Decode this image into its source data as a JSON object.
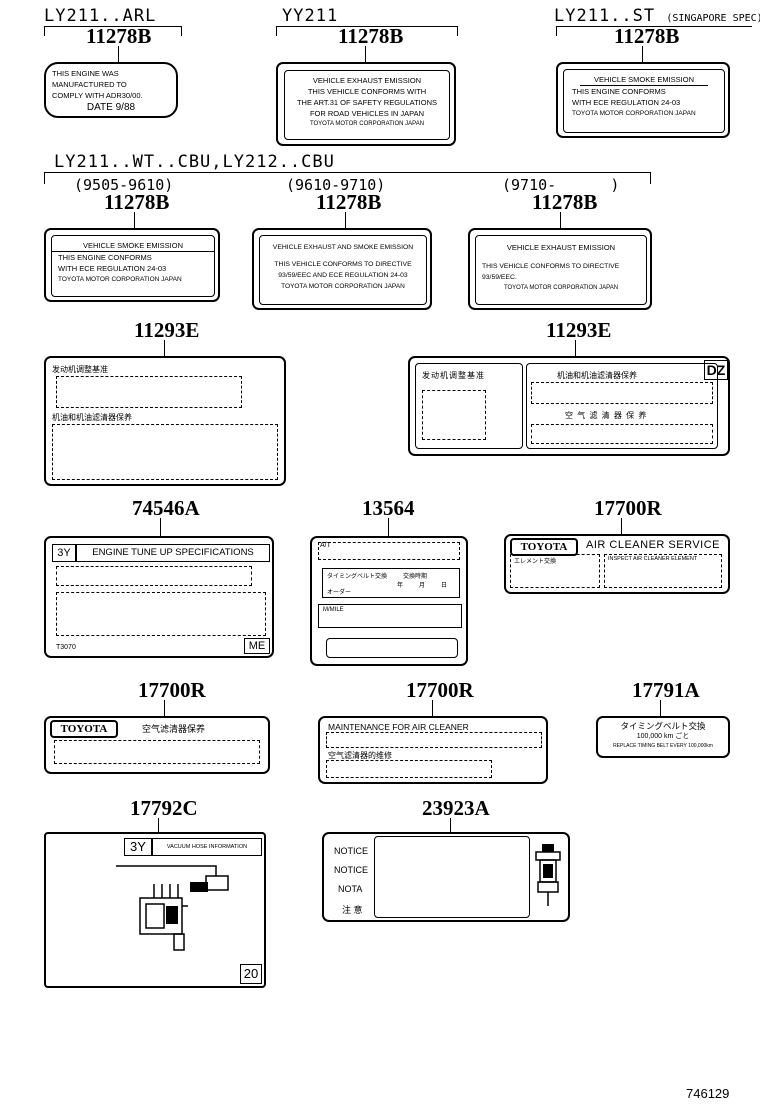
{
  "groups": {
    "g1": "LY211..ARL",
    "g2": "YY211",
    "g3": "LY211..ST",
    "g3_note": "(SINGAPORE SPEC)",
    "g4": "LY211..WT..CBU,LY212..CBU"
  },
  "ranges": {
    "r1": "(9505-9610)",
    "r2": "(9610-9710)",
    "r3": "(9710-      )"
  },
  "parts": {
    "p1": "11278B",
    "p2": "11278B",
    "p3": "11278B",
    "p4": "11278B",
    "p5": "11278B",
    "p6": "11278B",
    "p7": "11293E",
    "p8": "11293E",
    "p9": "74546A",
    "p10": "13564",
    "p11": "17700R",
    "p12": "17700R",
    "p13": "17700R",
    "p14": "17791A",
    "p15": "17792C",
    "p16": "23923A"
  },
  "labels": {
    "l1": {
      "line1": "THIS ENGINE WAS",
      "line2": "MANUFACTURED TO",
      "line3": "COMPLY WITH ADR30/00.",
      "line4": "DATE 9/88"
    },
    "l2": {
      "title": "VEHICLE EXHAUST EMISSION",
      "line1": "THIS VEHICLE CONFORMS WITH",
      "line2": "THE ART.31 OF SAFETY REGULATIONS",
      "line3": "FOR ROAD VEHICLES IN JAPAN",
      "footer": "TOYOTA MOTOR CORPORATION JAPAN"
    },
    "l3": {
      "title": "VEHICLE SMOKE EMISSION",
      "line1": "THIS ENGINE CONFORMS",
      "line2": "WITH ECE REGULATION 24-03",
      "footer": "TOYOTA MOTOR CORPORATION JAPAN"
    },
    "l4": {
      "title": "VEHICLE SMOKE EMISSION",
      "line1": "THIS ENGINE CONFORMS",
      "line2": "WITH ECE REGULATION 24-03",
      "footer": "TOYOTA MOTOR CORPORATION JAPAN"
    },
    "l5": {
      "title": "VEHICLE EXHAUST AND SMOKE EMISSION",
      "line1": "THIS VEHICLE CONFORMS TO DIRECTIVE",
      "line2": "93/59/EEC AND ECE REGULATION 24-03",
      "footer": "TOYOTA MOTOR CORPORATION JAPAN"
    },
    "l6": {
      "title": "VEHICLE EXHAUST EMISSION",
      "line1": "THIS VEHICLE CONFORMS TO DIRECTIVE",
      "line2": "93/59/EEC.",
      "footer": "TOYOTA MOTOR CORPORATION JAPAN"
    },
    "l7": {
      "head1": "发动机调整基准",
      "head2": "机油和机油滤清器保养"
    },
    "l8": {
      "left": "发动机调整基准",
      "right1": "机油和机油滤清器保养",
      "right2": "空 气 滤 清 器 保 养",
      "code": "DZ"
    },
    "l9": {
      "code": "3Y",
      "title": "ENGINE TUNE UP SPECIFICATIONS",
      "footer": "T3070",
      "corner": "ME"
    },
    "l10": {
      "tag": "A/T",
      "row1": "タイミングベルト交換",
      "row2": "交換時期",
      "row3": "年",
      "row4": "月",
      "row5": "日",
      "row6": "オーダー",
      "row7": "M/MILE"
    },
    "l11": {
      "brand": "TOYOTA",
      "title": "AIR CLEANER SERVICE",
      "sub1": "エレメント交換",
      "sub2": "INSPECT AIR CLEANER ELEMENT"
    },
    "l12": {
      "brand": "TOYOTA",
      "title": "空气滤清器保养"
    },
    "l13": {
      "title": "MAINTENANCE FOR AIR CLEANER",
      "sub": "空气滤清器的维修"
    },
    "l14": {
      "title": "タイミングベルト交換",
      "line1": "100,000 km ごと",
      "line2": "REPLACE TIMING BELT EVERY 100,000km"
    },
    "l15": {
      "code": "3Y",
      "title": "VACUUM HOSE INFORMATION",
      "corner": "20"
    },
    "l16": {
      "row1": "NOTICE",
      "row2": "NOTICE",
      "row3": "NOTA",
      "row4": "注 意"
    }
  },
  "footer_id": "746129"
}
